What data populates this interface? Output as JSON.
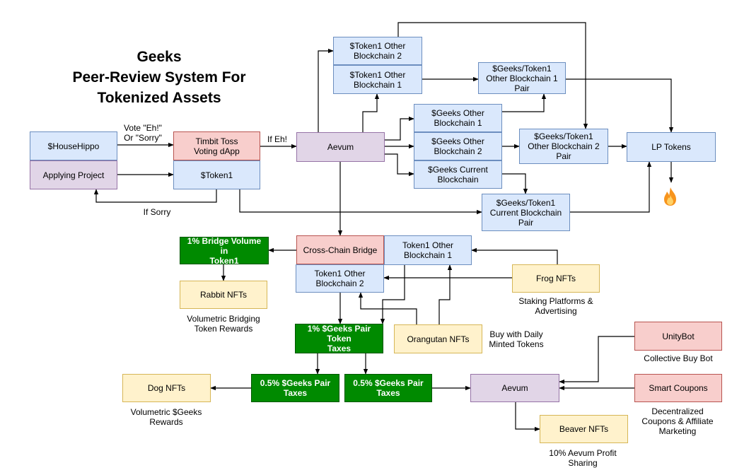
{
  "title": {
    "line1": "Geeks",
    "line2": "Peer-Review System For",
    "line3": "Tokenized Assets"
  },
  "nodes": {
    "househippo": "$HouseHippo",
    "applying_project": "Applying Project",
    "timbit": "Timbit Toss\nVoting dApp",
    "token1": "$Token1",
    "aevum_top": "Aevum",
    "token1_other_bc2_top": "$Token1 Other\nBlockchain 2",
    "token1_other_bc1_top": "$Token1 Other\nBlockchain 1",
    "pair_other_bc1": "$Geeks/Token1\nOther Blockchain 1\nPair",
    "geeks_other_bc1": "$Geeks  Other\nBlockchain 1",
    "geeks_other_bc2": "$Geeks Other\nBlockchain 2",
    "geeks_current_bc": "$Geeks Current\nBlockchain",
    "pair_other_bc2": "$Geeks/Token1\nOther Blockchain 2\nPair",
    "pair_current_bc": "$Geeks/Token1\nCurrent Blockchain\nPair",
    "lp_tokens": "LP Tokens",
    "bridge_volume": "1% Bridge Volume in\nToken1",
    "cross_chain_bridge": "Cross-Chain Bridge",
    "token1_other_bc1_mid": "Token1 Other\nBlockchain 1",
    "token1_other_bc2_mid": "Token1 Other\nBlockchain 2",
    "rabbit_nfts": "Rabbit NFTs",
    "frog_nfts": "Frog NFTs",
    "pair_token_taxes": "1% $Geeks Pair Token\nTaxes",
    "orangutan_nfts": "Orangutan NFTs",
    "half_pair_taxes_left": "0.5% $Geeks Pair\nTaxes",
    "half_pair_taxes_right": "0.5% $Geeks Pair\nTaxes",
    "dog_nfts": "Dog NFTs",
    "aevum_bottom": "Aevum",
    "unitybot": "UnityBot",
    "smart_coupons": "Smart Coupons",
    "beaver_nfts": "Beaver NFTs"
  },
  "labels": {
    "vote": "Vote \"Eh!\"\nOr \"Sorry\"",
    "if_eh": "If Eh!",
    "if_sorry": "If Sorry",
    "volumetric_bridging": "Volumetric Bridging\nToken Rewards",
    "staking_platforms": "Staking Platforms &\nAdvertising",
    "buy_daily": "Buy with Daily\nMinted Tokens",
    "collective_buy": "Collective Buy Bot",
    "volumetric_geeks": "Volumetric $Geeks\nRewards",
    "decentralized_coupons": "Decentralized\nCoupons & Affiliate\nMarketing",
    "aevum_profit": "10% Aevum Profit\nSharing"
  },
  "icons": {
    "burn": "fire-icon"
  },
  "colors": {
    "blue_fill": "#dae8fc",
    "red_fill": "#f8cecc",
    "purple_fill": "#e1d5e7",
    "yellow_fill": "#fff2cc",
    "green_fill": "#008a00"
  }
}
